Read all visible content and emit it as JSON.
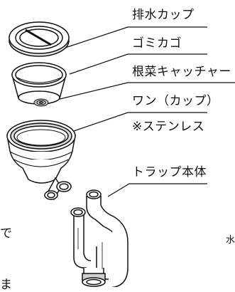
{
  "labels": {
    "drain_cap": "排水カップ",
    "trash_basket": "ゴミカゴ",
    "root_catcher": "根菜キャッチャー",
    "bowl": "ワン（カップ）",
    "stainless_note": "※ステンレス",
    "trap_body": "トラップ本体"
  },
  "cropped_text": {
    "left_line_1": "で",
    "left_line_2": "ま",
    "right_edge": "水"
  }
}
